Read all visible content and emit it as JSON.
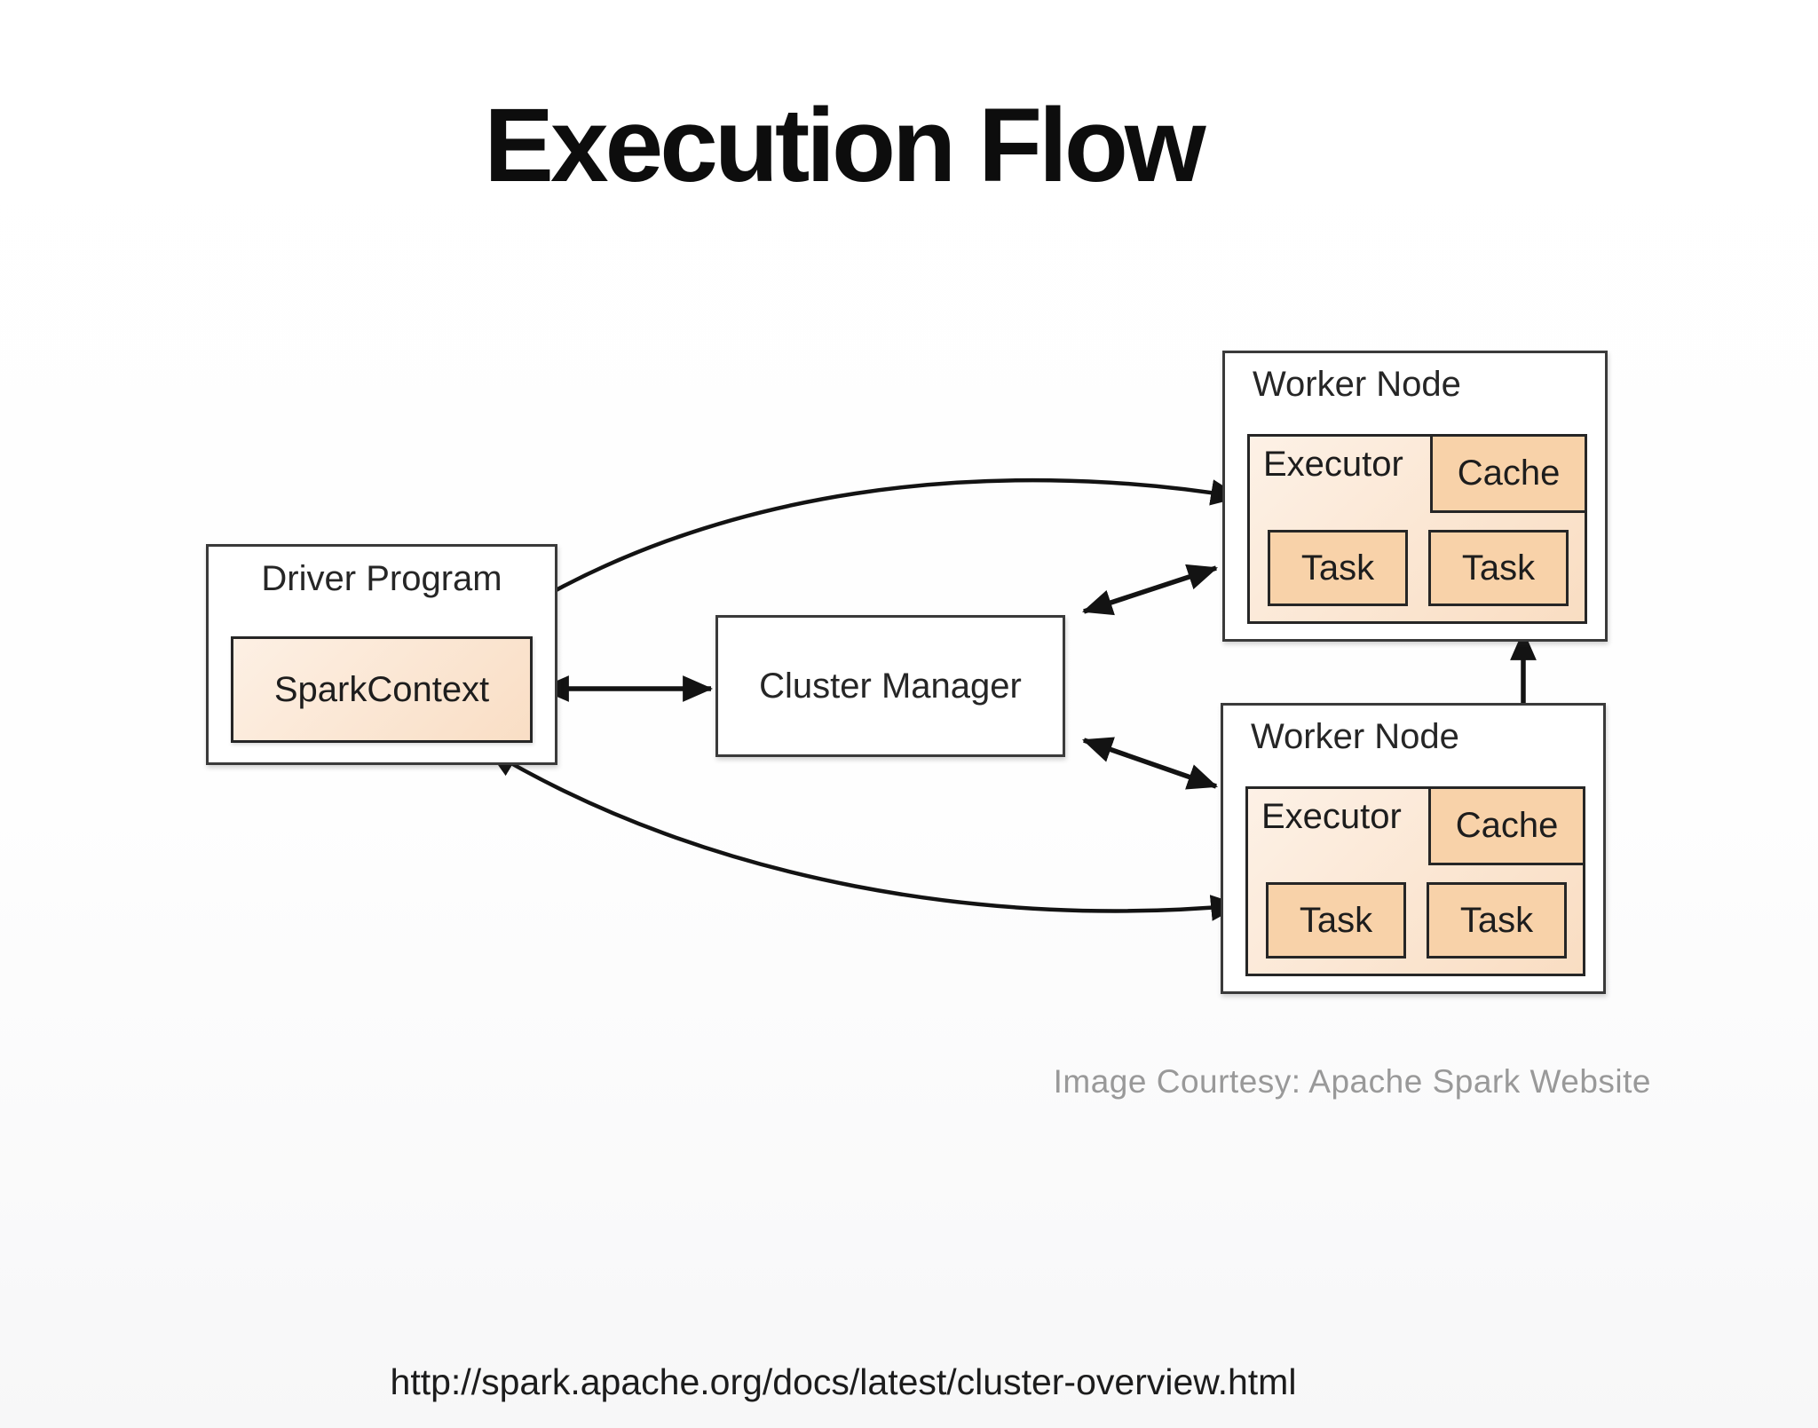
{
  "title": "Execution Flow",
  "diagram": {
    "driver_program": {
      "label": "Driver Program",
      "spark_context": {
        "label": "SparkContext"
      }
    },
    "cluster_manager": {
      "label": "Cluster Manager"
    },
    "worker_nodes": [
      {
        "label": "Worker Node",
        "executor": {
          "label": "Executor",
          "cache_label": "Cache",
          "tasks": [
            "Task",
            "Task"
          ]
        }
      },
      {
        "label": "Worker Node",
        "executor": {
          "label": "Executor",
          "cache_label": "Cache",
          "tasks": [
            "Task",
            "Task"
          ]
        }
      }
    ],
    "connections": [
      "SparkContext <-> Cluster Manager",
      "SparkContext <-> Worker Node 1 Executor",
      "SparkContext <-> Worker Node 2 Executor",
      "Cluster Manager <-> Worker Node 1",
      "Cluster Manager <-> Worker Node 2",
      "Worker Node 1 <-> Worker Node 2"
    ],
    "colors": {
      "box_fill_light_peach": "#fdf0e4",
      "box_fill_dark_peach": "#f8d2a9",
      "box_border": "#2a2a2a",
      "arrow": "#131313",
      "title_text": "#0d0d0d",
      "credit_text": "#999999"
    }
  },
  "credit": "Image Courtesy: Apache Spark Website",
  "source_url": "http://spark.apache.org/docs/latest/cluster-overview.html"
}
